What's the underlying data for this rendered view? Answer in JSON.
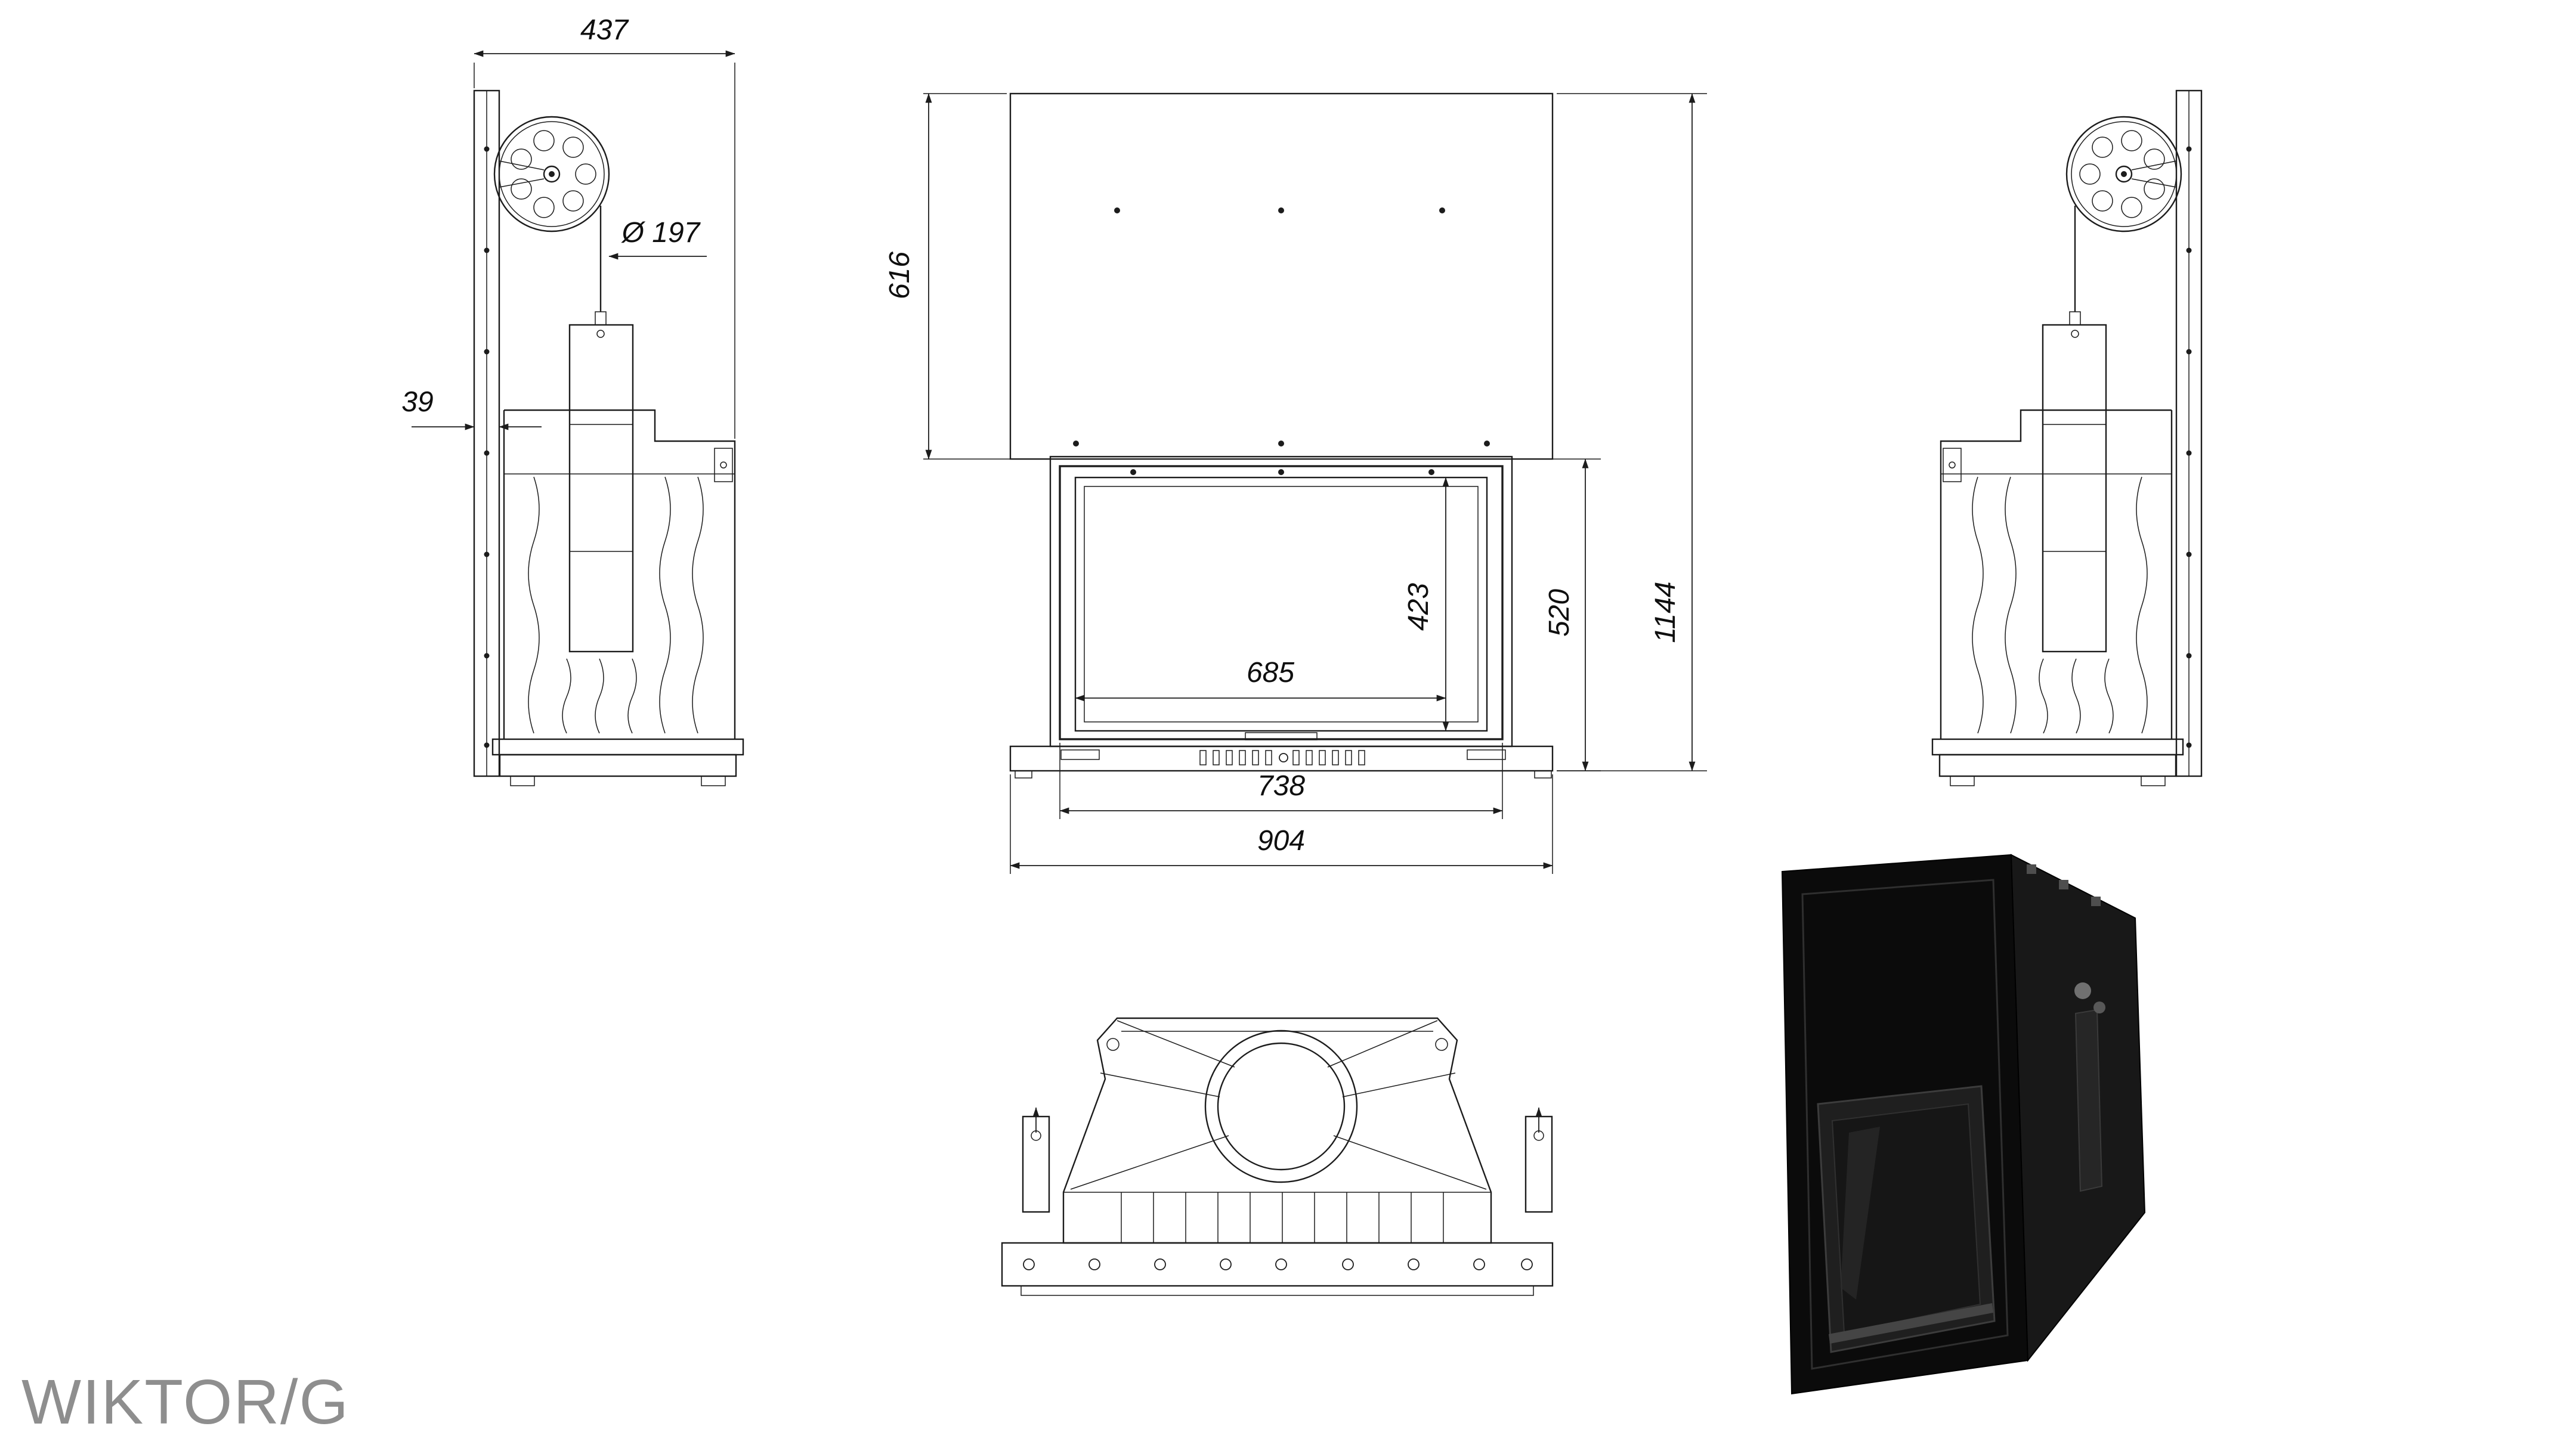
{
  "title": "WIKTOR/G",
  "colors": {
    "line": "#1c1c1c",
    "dimension_text": "#0f0f0f",
    "title_text": "#8e8e8e",
    "background": "#ffffff",
    "render_body": "#0b0b0b"
  },
  "views": {
    "side_left": {
      "dims": {
        "depth_total": "437",
        "pulley_diameter": "Ø 197",
        "frame_offset": "39"
      }
    },
    "front": {
      "dims": {
        "hood_height": "616",
        "glass_height": "423",
        "firebox_height": "520",
        "total_height": "1144",
        "glass_width": "685",
        "door_width": "738",
        "total_width": "904"
      }
    }
  }
}
